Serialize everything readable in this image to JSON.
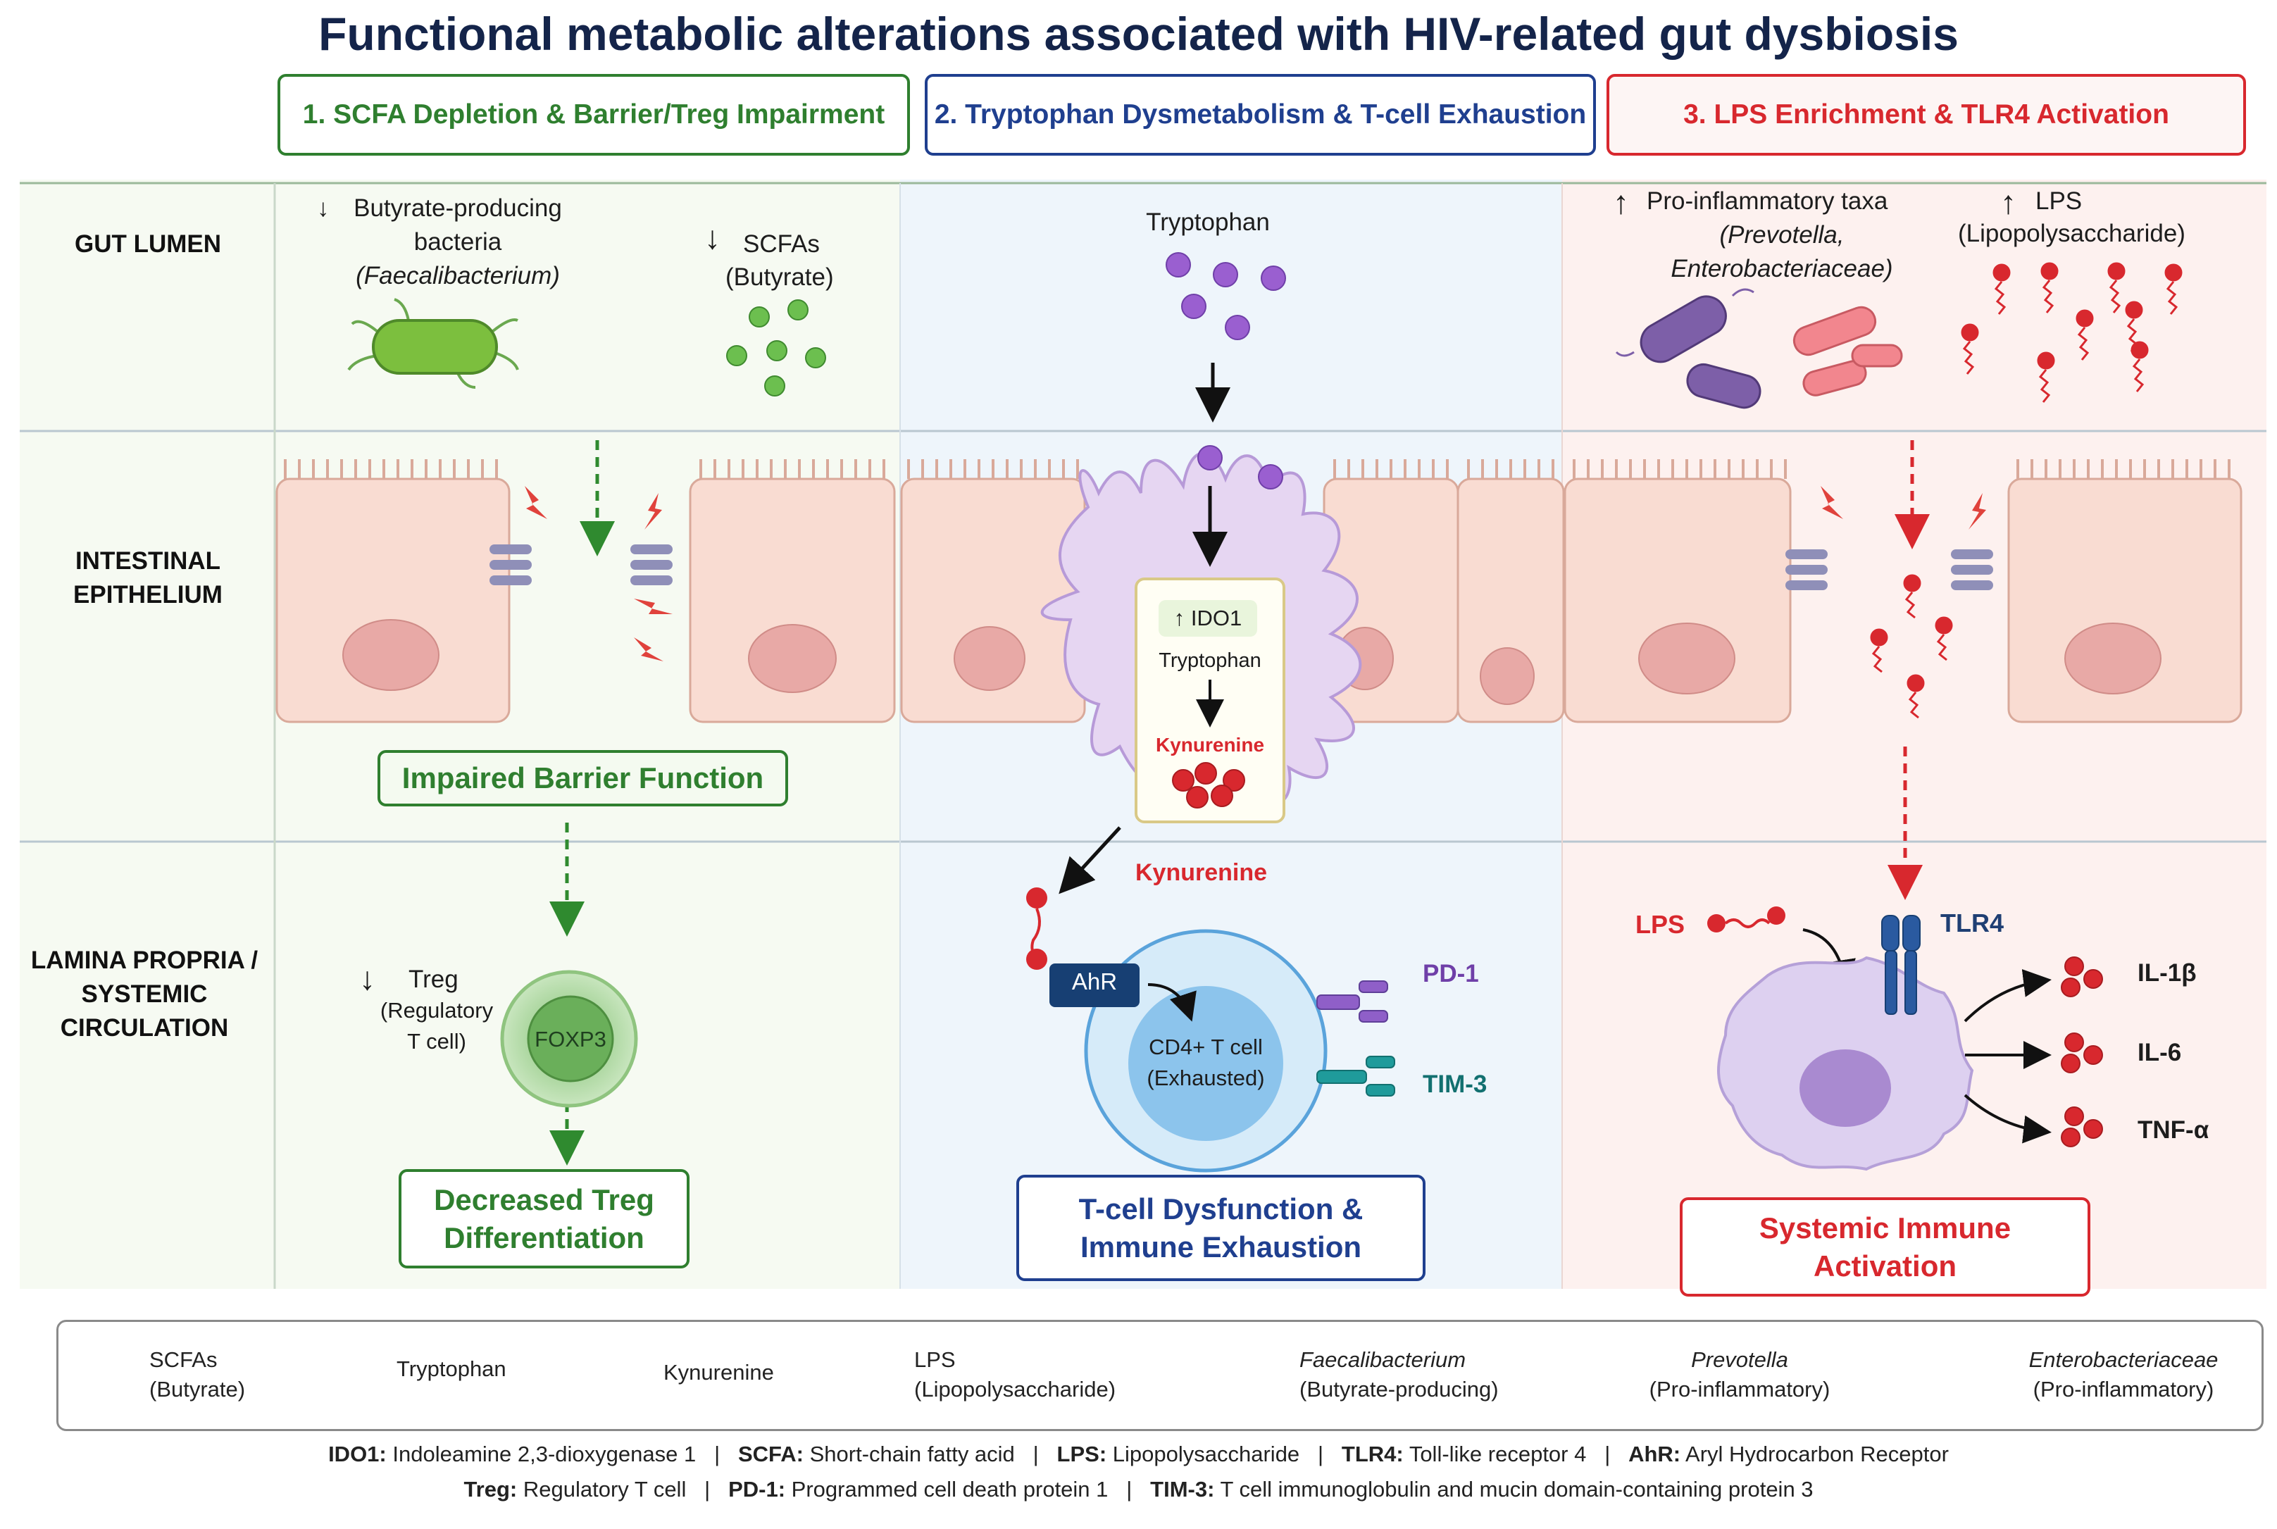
{
  "title": "Functional metabolic alterations associated with HIV-related gut dysbiosis",
  "colors": {
    "green": "#2f7f2f",
    "blue": "#1f3f8f",
    "red": "#d8282e",
    "purple": "#8a55c8",
    "tissue": "#f9dcd2"
  },
  "panels": [
    {
      "label": "1. SCFA Depletion & Barrier/Treg Impairment",
      "color": "#2f7f2f"
    },
    {
      "label": "2. Tryptophan Dysmetabolism & T-cell Exhaustion",
      "color": "#1f3f8f"
    },
    {
      "label": "3. LPS Enrichment & TLR4 Activation",
      "color": "#d8282e"
    }
  ],
  "rows": {
    "gut_lumen": "GUT LUMEN",
    "epithelium": [
      "INTESTINAL",
      "EPITHELIUM"
    ],
    "lamina": [
      "LAMINA PROPRIA /",
      "SYSTEMIC CIRCULATION"
    ]
  },
  "panel1": {
    "bacteria_arrow": "↓",
    "bacteria": [
      "Butyrate-producing",
      "bacteria"
    ],
    "bacteria_name": "(Faecalibacterium)",
    "scfa_arrow": "↓",
    "scfa": "SCFAs",
    "scfa_sub": "(Butyrate)",
    "barrier": "Impaired Barrier Function",
    "treg_arrow": "↓",
    "treg": "Treg",
    "treg_sub": [
      "(Regulatory",
      "T cell)"
    ],
    "foxp3": "FOXP3",
    "outcome": [
      "Decreased Treg",
      "Differentiation"
    ]
  },
  "panel2": {
    "tryptophan": "Tryptophan",
    "ido1": "↑ IDO1",
    "tryp_inner": "Tryptophan",
    "kyn_inner": "Kynurenine",
    "kynurenine": "Kynurenine",
    "ahr": "AhR",
    "tcell": [
      "CD4+ T cell",
      "(Exhausted)"
    ],
    "pd1": "PD-1",
    "tim3": "TIM-3",
    "outcome": [
      "T-cell Dysfunction &",
      "Immune Exhaustion"
    ]
  },
  "panel3": {
    "taxa_arrow": "↑",
    "taxa": "Pro-inflammatory taxa",
    "taxa_names": [
      "(Prevotella,",
      "Enterobacteriaceae)"
    ],
    "lps_arrow": "↑",
    "lps": "LPS",
    "lps_sub": "(Lipopolysaccharide)",
    "lps_label": "LPS",
    "tlr4": "TLR4",
    "cytokines": [
      "IL-1β",
      "IL-6",
      "TNF-α"
    ],
    "outcome": [
      "Systemic Immune",
      "Activation"
    ]
  },
  "legend": [
    {
      "name": "SCFAs",
      "sub": "(Butyrate)",
      "icon": "green-dots"
    },
    {
      "name": "Tryptophan",
      "sub": "",
      "icon": "purple-dots"
    },
    {
      "name": "Kynurenine",
      "sub": "",
      "icon": "red-dots"
    },
    {
      "name": "LPS",
      "sub": "(Lipopolysaccharide)",
      "icon": "lps-molecule"
    },
    {
      "name": "Faecalibacterium",
      "sub": "(Butyrate-producing)",
      "icon": "green-bacterium"
    },
    {
      "name": "Prevotella",
      "sub": "(Pro-inflammatory)",
      "icon": "purple-bacterium"
    },
    {
      "name": "Enterobacteriaceae",
      "sub": "(Pro-inflammatory)",
      "icon": "pink-bacteria"
    }
  ],
  "abbreviations": {
    "line1": [
      {
        "term": "IDO1:",
        "def": "Indoleamine 2,3-dioxygenase 1"
      },
      {
        "term": "SCFA:",
        "def": "Short-chain fatty acid"
      },
      {
        "term": "LPS:",
        "def": "Lipopolysaccharide"
      },
      {
        "term": "TLR4:",
        "def": "Toll-like receptor 4"
      },
      {
        "term": "AhR:",
        "def": "Aryl Hydrocarbon Receptor"
      }
    ],
    "line2": [
      {
        "term": "Treg:",
        "def": "Regulatory T cell"
      },
      {
        "term": "PD-1:",
        "def": "Programmed cell death protein 1"
      },
      {
        "term": "TIM-3:",
        "def": "T cell immunoglobulin and mucin domain-containing protein 3"
      }
    ]
  }
}
